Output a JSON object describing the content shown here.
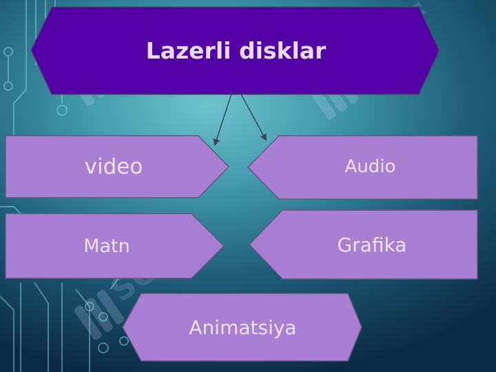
{
  "slide": {
    "title": "Lazerli disklar",
    "watermark_text": "SOFF",
    "colors": {
      "title_fill": "#5200a6",
      "item_fill": "#a87fd3",
      "item_stroke": "#5e5a78",
      "text": "#ece4f4",
      "background_center": "#6fc3cf",
      "background_edge": "#0b2a44"
    }
  },
  "items": {
    "video": "video",
    "audio": "Audio",
    "matn": "Matn",
    "grafika": "Grafika",
    "animatsiya": "Animatsiya"
  }
}
